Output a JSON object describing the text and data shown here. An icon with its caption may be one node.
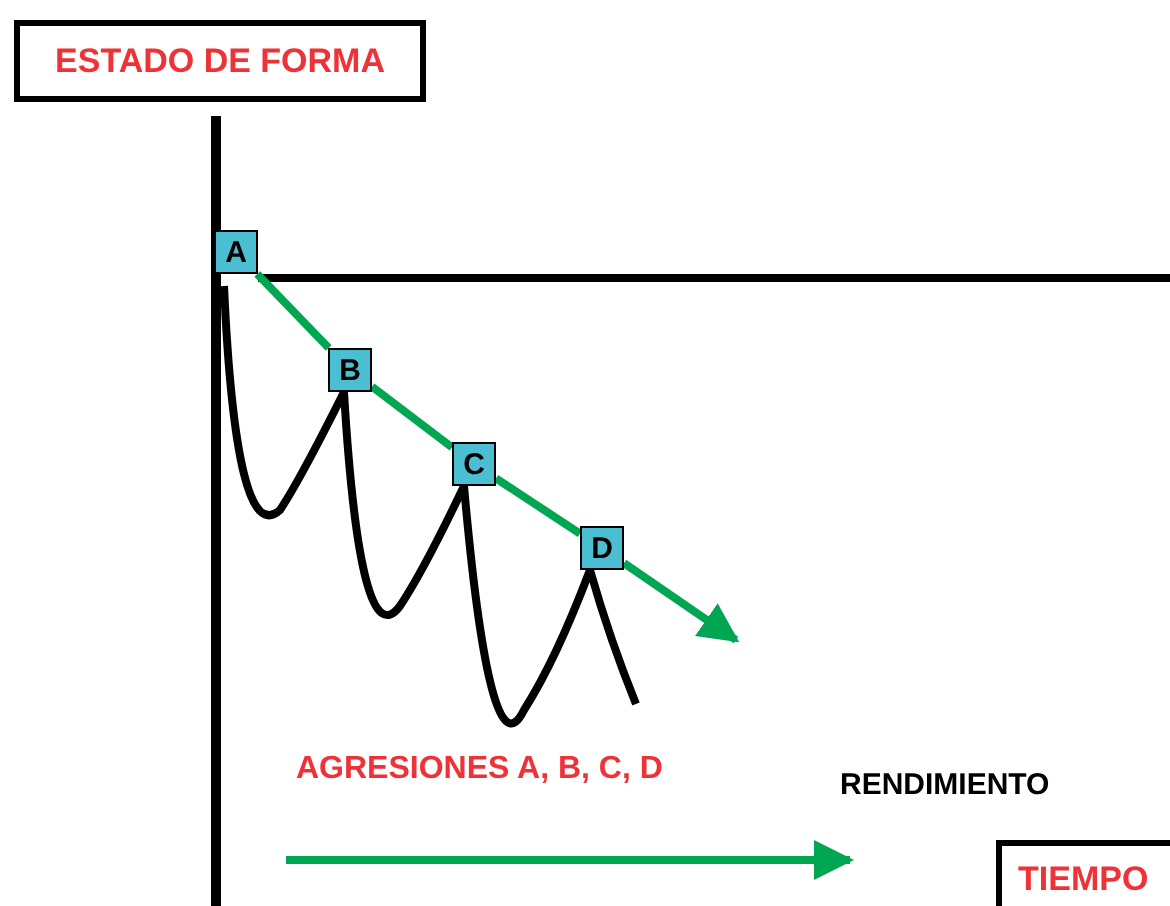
{
  "diagram": {
    "nodes": [
      {
        "text": [
          "ESTADO DE FORMA"
        ]
      },
      {
        "text": [
          "A"
        ]
      },
      {
        "text": [
          "B"
        ]
      },
      {
        "text": [
          "C"
        ]
      },
      {
        "text": [
          "D"
        ]
      },
      {
        "text": [
          "TIEMPO"
        ]
      }
    ],
    "edges": [
      {
        "from": 1,
        "to": 2,
        "arrow": "none",
        "color": "#00a651"
      },
      {
        "from": 2,
        "to": 3,
        "arrow": "none",
        "color": "#00a651"
      },
      {
        "from": 3,
        "to": 4,
        "arrow": "none",
        "color": "#00a651"
      },
      {
        "from": 4,
        "to": null,
        "arrow": "to",
        "color": "#00a651"
      }
    ],
    "labels": [
      "AGRESIONES A, B, C, D",
      "RENDIMIENTO"
    ]
  }
}
